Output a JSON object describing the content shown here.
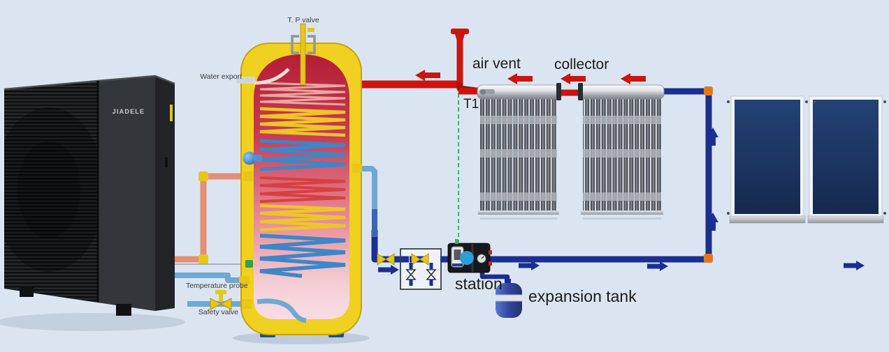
{
  "diagram_title": "solar-heat-pump-water-heating-system",
  "heat_pump": {
    "brand": "JIADELE"
  },
  "tank": {
    "tp_valve_label": "T. P valve",
    "water_export_label": "Water export",
    "temperature_probe_label": "Temperature probe",
    "safety_valve_label": "Safety valve"
  },
  "solar_loop": {
    "air_vent_label": "air vent",
    "collector_label": "collector",
    "sensor_label": "T1",
    "station_label": "station",
    "expansion_tank_label": "expansion tank"
  },
  "colors": {
    "background": "#dbe5f1",
    "hot_pipe_red": "#cc1410",
    "heating_pipe_salmon": "#e29077",
    "cold_pipe_light_blue": "#6fa8d2",
    "solar_loop_navy": "#1b2f90",
    "fitting_yellow": "#e8c618",
    "elbow_orange": "#e07820",
    "sensor_line_green": "#3fae6e",
    "tank_shell_yellow": "#f0d020",
    "flat_panel_navy": "#1c3a72"
  }
}
